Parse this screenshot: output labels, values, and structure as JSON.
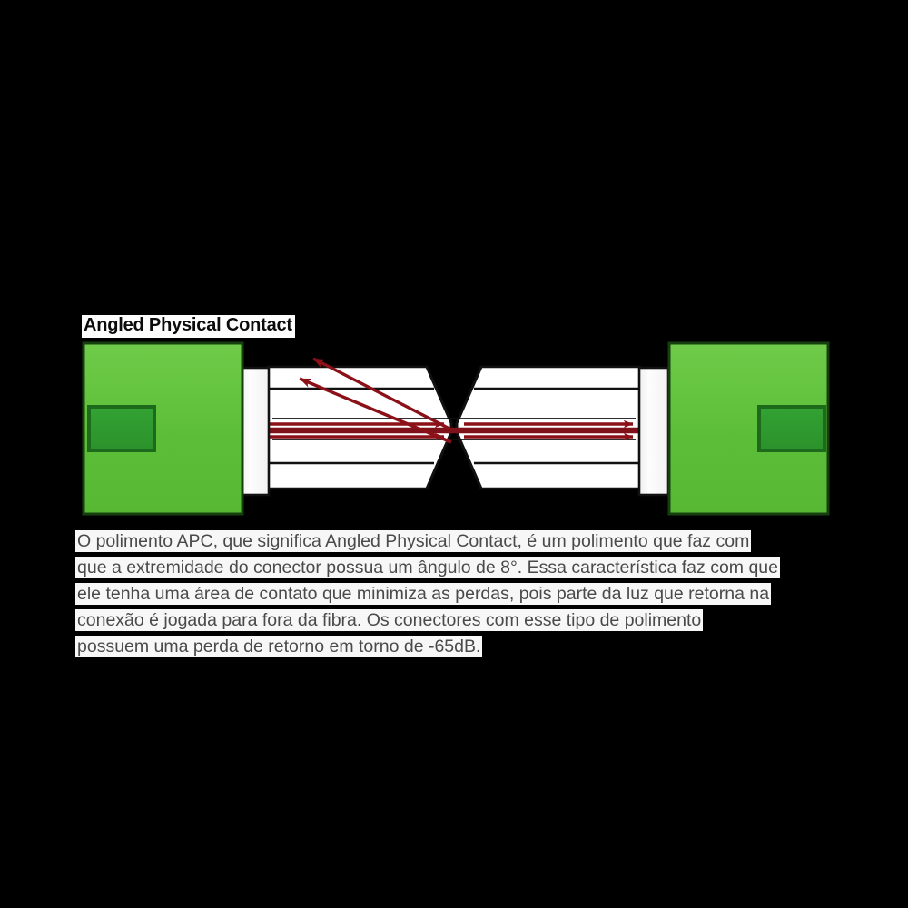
{
  "figure": {
    "title": "Angled Physical Contact",
    "type": "fiber-optic-connector-diagram",
    "colors": {
      "background": "#000000",
      "connector_body": "#5CBE38",
      "connector_body_light": "#6FCB49",
      "connector_inset": "#2E9B2E",
      "connector_outline": "#1a4d12",
      "ferrule": "#fbfbfb",
      "cable_fill": "#ffffff",
      "outline": "#111111",
      "light_ray": "#8B1018",
      "light_ray_dark": "#6d0d14",
      "title_text": "#0b0b0b",
      "caption_text": "#4a4a4a",
      "text_highlight": "#f7f7f7"
    },
    "parts": {
      "left_connector_label": "left-connector",
      "right_connector_label": "right-connector",
      "left_ferrule_label": "left-ferrule",
      "right_ferrule_label": "right-ferrule",
      "junction_label": "angled-junction",
      "transmitted_rays": 2,
      "reflected_rays": 2,
      "angle_degrees": "8"
    }
  },
  "caption": {
    "lines": [
      "O polimento APC, que significa Angled Physical Contact, é um polimento que faz com",
      "que a extremidade do conector possua um ângulo de 8°. Essa característica faz com que",
      "ele tenha uma área de contato que minimiza as perdas, pois parte da luz que retorna na",
      "conexão é jogada para fora da fibra. Os conectores com esse tipo de polimento",
      "possuem uma perda de retorno em torno de -65dB."
    ],
    "full_text": "O polimento APC, que significa Angled Physical Contact, é um polimento que faz com que a extremidade do conector possua um ângulo de 8°. Essa característica faz com que ele tenha uma área de contato que minimiza as perdas, pois parte da luz que retorna na conexão é jogada para fora da fibra. Os conectores com esse tipo de polimento possuem uma perda de retorno em torno de -65dB."
  }
}
